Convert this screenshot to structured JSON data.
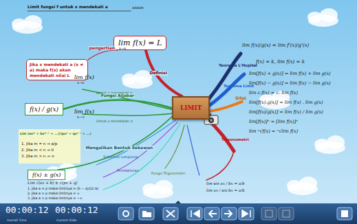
{
  "diagram": {
    "nodes": [
      {
        "text": [
          "LIMIT"
        ]
      },
      {
        "text": [
          "lim f(x) = L"
        ]
      },
      {
        "text": [
          "Jika x mendekati a (x ≠ a) maka f(x) akan mendekati nilai L"
        ]
      },
      {
        "text": [
          "f(x) / g(x)"
        ]
      },
      {
        "text": [
          "f(x) ± g(x)"
        ]
      }
    ],
    "edges": [
      {
        "from": 0,
        "to": 1,
        "arrow": "none",
        "label": "Definisi"
      },
      {
        "from": 1,
        "to": 2,
        "arrow": "none",
        "label": "pengertian"
      },
      {
        "from": 0,
        "to": 3,
        "arrow": "none",
        "label": "Fungsi Aljabar"
      },
      {
        "from": 0,
        "to": 4,
        "arrow": "none",
        "label": "Mengalikan Bentuk Sekawan"
      }
    ],
    "labels": [
      "Limit fungsi f untuk x mendekati a",
      "adalah",
      "x→a",
      "lim f(x)",
      "x→a",
      "Untuk x mendekati a",
      "lim f(x)",
      "x→∞",
      "Untuk x mendekati ∞",
      "Lim (axᵐ + bxᵐ⁻¹ + ...)/(pxⁿ + qxⁿ⁻¹ + ...)",
      "1. Jika m = n → a/p",
      "2. Jika m < n → 0",
      "3. Jika m > n → ∞",
      "Lim √(ax + b) ± √(px + q)",
      "1. Jika a = p maka limitnya = (b − q)/(2√a)",
      "2. Jika a > p maka limitnya = ∞",
      "3. Jika a < p maka limitnya = −∞",
      "Substitusi Langsung",
      "Pemfaktoran",
      "Fungsi Trigonometri",
      "lim sin ax / bx = a/b",
      "lim ax / sin bx = a/b",
      "Teorema L'Hopital",
      "lim f(x)/g(x) = lim f'(x)/g'(x)",
      "Teorema Limit",
      "Sifat",
      "Trigonometri",
      "f(x) = k, lim f(x) = k",
      "lim[f(x) + g(x)] = lim f(x) + lim g(x)",
      "lim[f(x) − g(x)] = lim f(x) − lim g(x)",
      "lim c.f(x) = c. lim f(x)",
      "lim[f(x).g(x)] = lim f(x) . lim g(x)",
      "lim[f(x)/g(x)] = lim f(x) / lim g(x)",
      "lim[f(x)]ⁿ = [lim f(x)]ⁿ",
      "lim ⁿ√f(x) = ⁿ√lim f(x)",
      "00:00:12",
      "00:00:12",
      "Overall Time",
      "Current Slide"
    ]
  }
}
